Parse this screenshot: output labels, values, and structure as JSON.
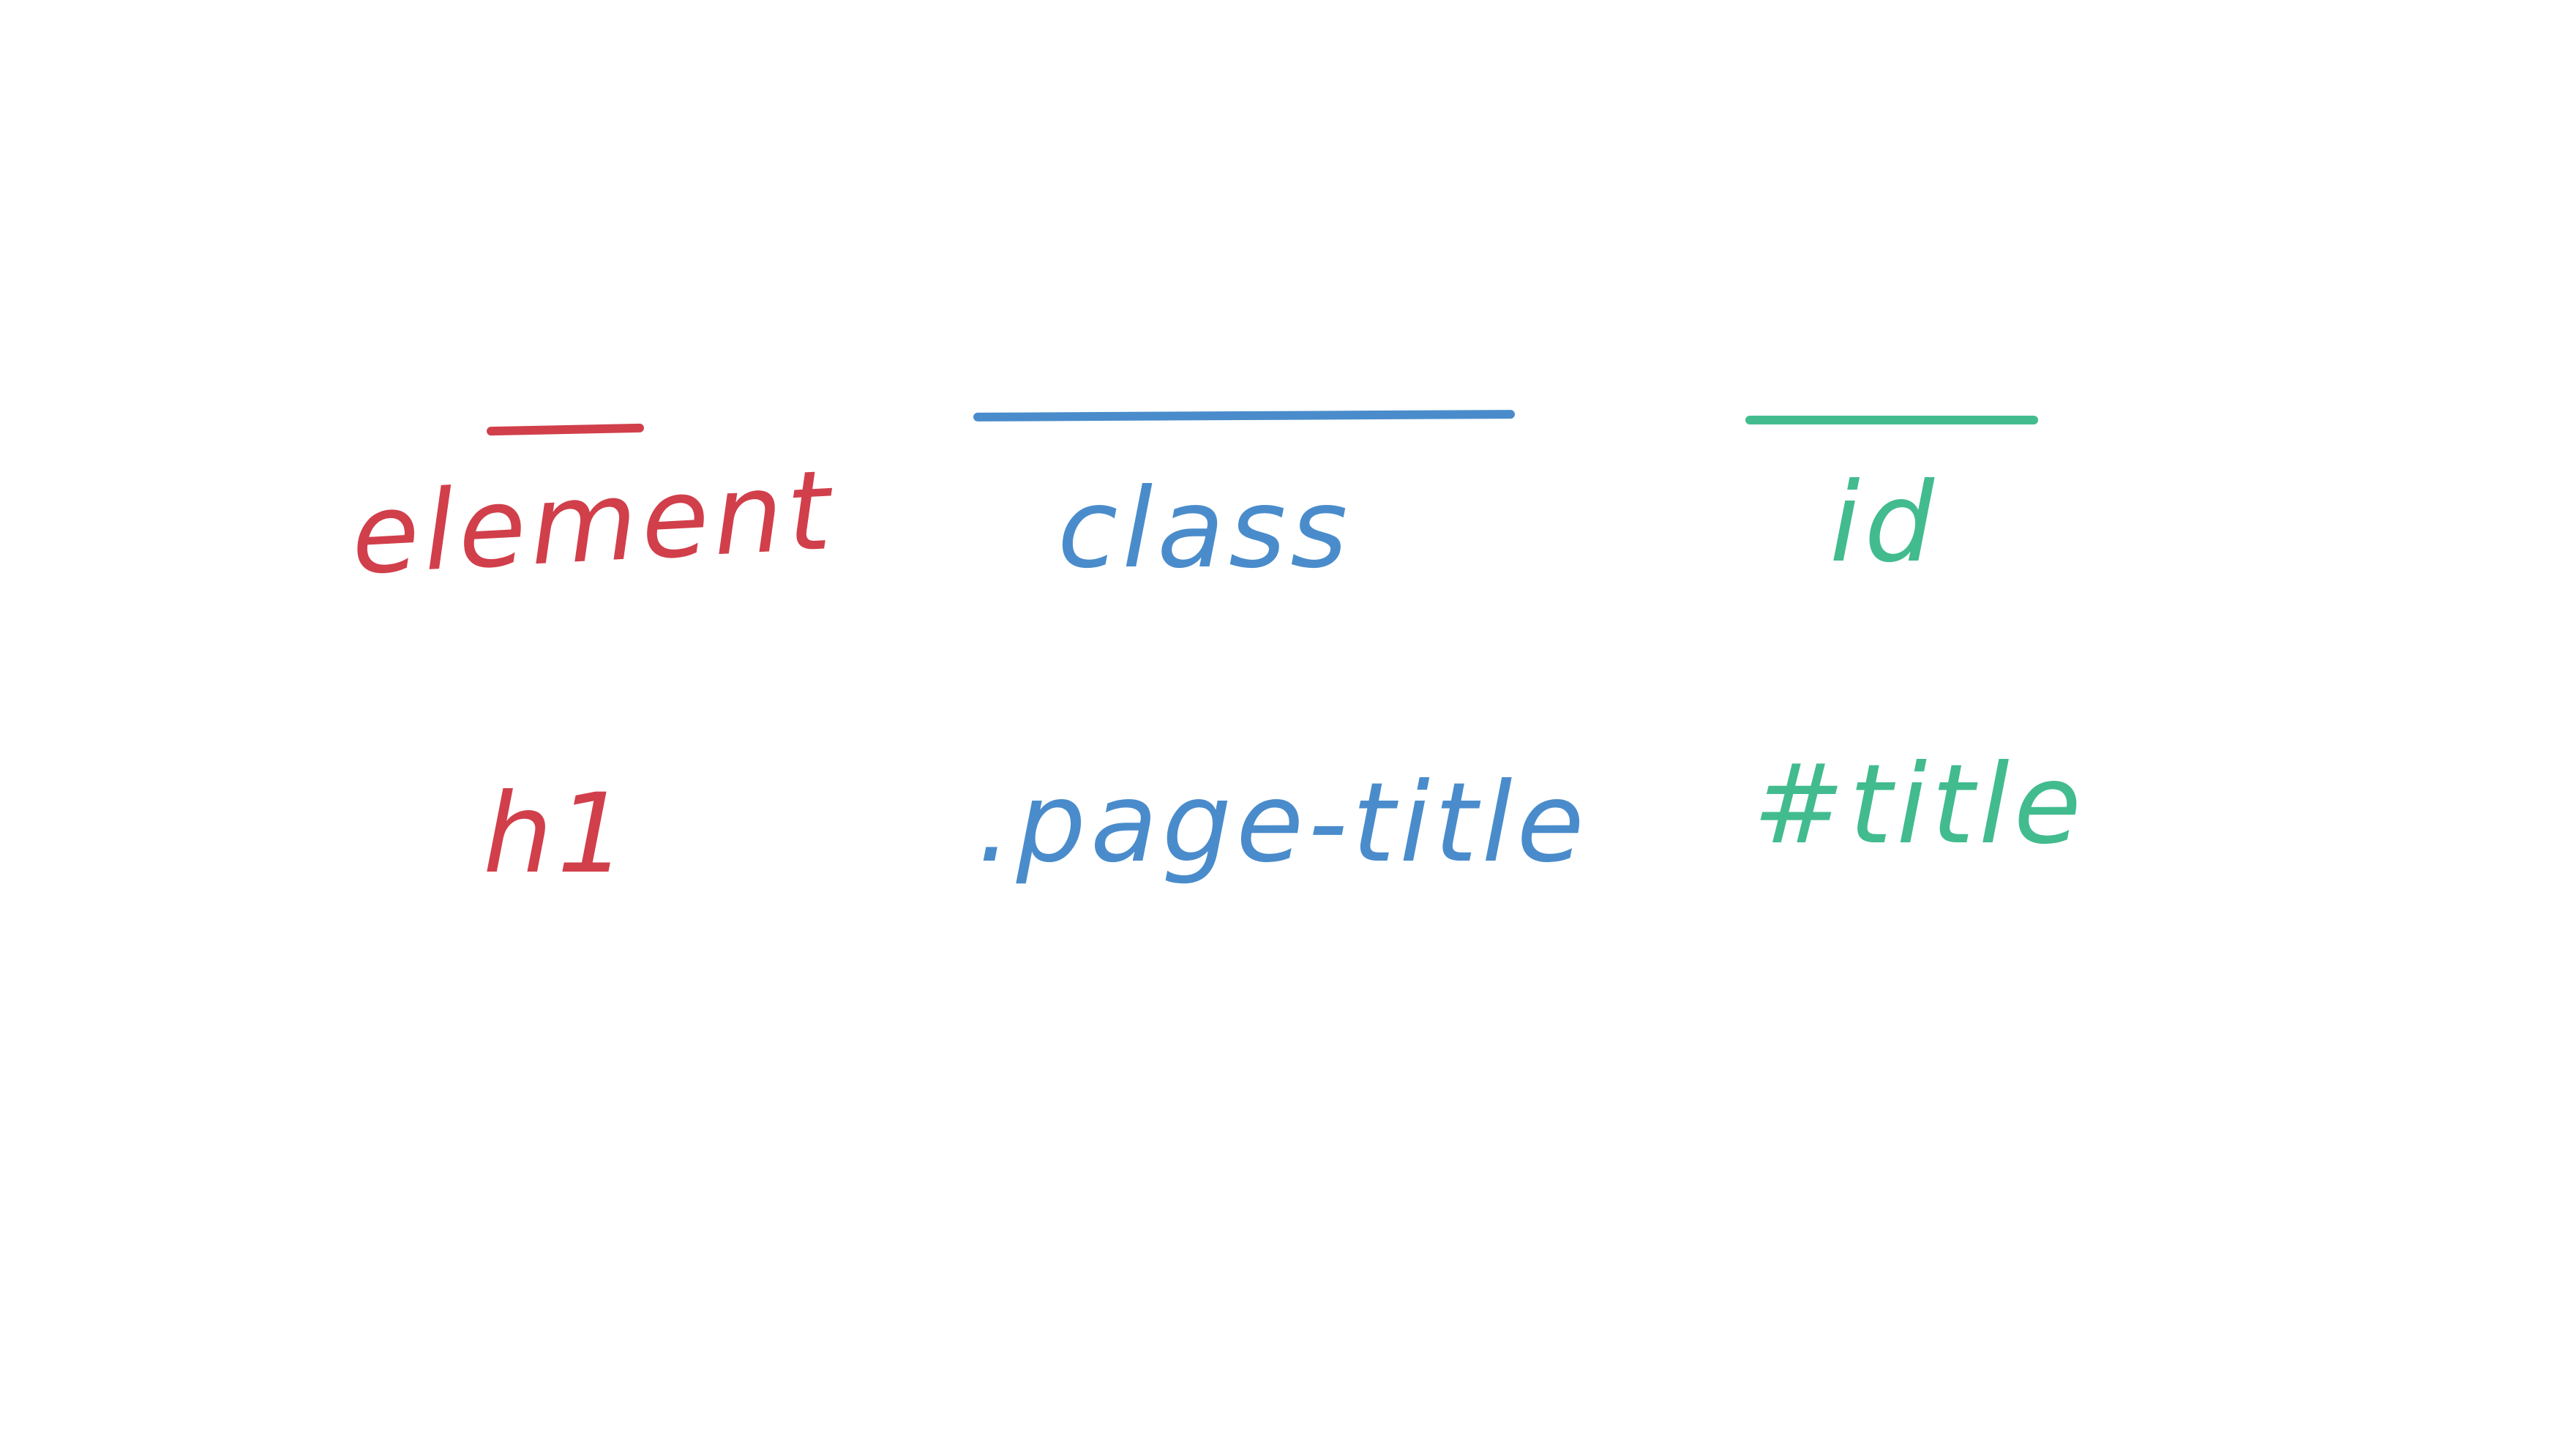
{
  "colors": {
    "element": "#d13f4b",
    "class": "#4a8ccb",
    "id": "#42bb8f",
    "background": "#ffffff"
  },
  "columns": [
    {
      "key": "element",
      "header": "element",
      "example": "h1"
    },
    {
      "key": "class",
      "header": "class",
      "example": ".page-title"
    },
    {
      "key": "id",
      "header": "id",
      "example": "#title"
    }
  ]
}
